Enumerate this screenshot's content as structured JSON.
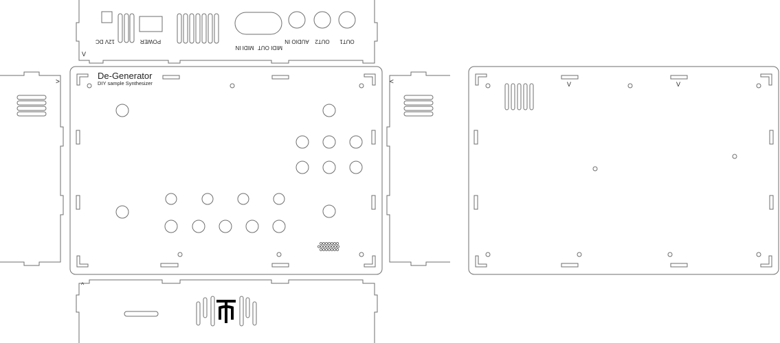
{
  "back_panel": {
    "labels": {
      "dc": "12V DC",
      "power": "POWER",
      "midi_in": "MIDI IN",
      "midi_out": "MIDI OUT",
      "audio_in": "AUDIO IN",
      "out2": "OUT2",
      "out1": "OUT1"
    },
    "orientation_mark": "V"
  },
  "top_panel": {
    "title": "De-Generator",
    "subtitle": "DIY sample Synthesizer"
  },
  "left_side_panel": {
    "orientation_mark": ">"
  },
  "right_side_panel": {
    "orientation_mark": "<"
  },
  "bottom_plate": {
    "orientation_marks": [
      "V",
      "V"
    ]
  },
  "front_panel": {
    "orientation_mark": "^"
  },
  "colors": {
    "cut_line": "#6e6e6e",
    "logo": "#000000"
  }
}
